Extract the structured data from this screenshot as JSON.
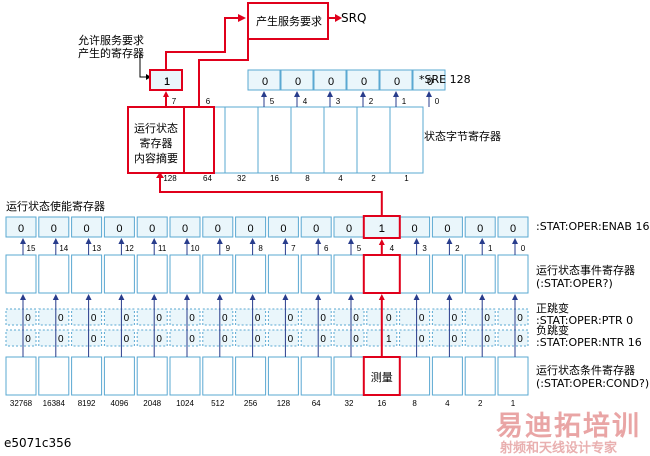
{
  "srq_box_label": "产生服务要求",
  "srq_output": "SRQ",
  "sre_note": "允许服务要求\n产生的寄存器",
  "sre": {
    "label": "*SRE 128",
    "values": [
      "1",
      "",
      "0",
      "0",
      "0",
      "0",
      "0",
      "0"
    ],
    "bits": [
      "7",
      "6",
      "5",
      "4",
      "3",
      "2",
      "1",
      "0"
    ]
  },
  "status_byte": {
    "label": "状态字节寄存器",
    "summary_label": "运行状态\n寄存器\n内容摘要",
    "weights": [
      "128",
      "64",
      "32",
      "16",
      "8",
      "4",
      "2",
      "1"
    ]
  },
  "oper_enable": {
    "title": "运行状态使能寄存器",
    "label": ":STAT:OPER:ENAB 16",
    "values": [
      "0",
      "0",
      "0",
      "0",
      "0",
      "0",
      "0",
      "0",
      "0",
      "0",
      "0",
      "1",
      "0",
      "0",
      "0",
      "0"
    ],
    "bits": [
      "15",
      "14",
      "13",
      "12",
      "11",
      "10",
      "9",
      "8",
      "7",
      "6",
      "5",
      "4",
      "3",
      "2",
      "1",
      "0"
    ]
  },
  "oper_event": {
    "label": "运行状态事件寄存器\n(:STAT:OPER?)"
  },
  "ptr": {
    "title": "正跳变",
    "label": ":STAT:OPER:PTR 0",
    "values": [
      "0",
      "0",
      "0",
      "0",
      "0",
      "0",
      "0",
      "0",
      "0",
      "0",
      "0",
      "0",
      "0",
      "0",
      "0",
      "0"
    ]
  },
  "ntr": {
    "title": "负跳变",
    "label": ":STAT:OPER:NTR 16",
    "values": [
      "0",
      "0",
      "0",
      "0",
      "0",
      "0",
      "0",
      "0",
      "0",
      "0",
      "0",
      "1",
      "0",
      "0",
      "0",
      "0"
    ]
  },
  "oper_condition": {
    "label": "运行状态条件寄存器\n(:STAT:OPER:COND?)",
    "measure_label": "测量",
    "weights": [
      "32768",
      "16384",
      "8192",
      "4096",
      "2048",
      "1024",
      "512",
      "256",
      "128",
      "64",
      "32",
      "16",
      "8",
      "4",
      "2",
      "1"
    ]
  },
  "caption": "e5071c356",
  "watermark_main": "易迪拓培训",
  "watermark_sub": "射频和天线设计专家",
  "colors": {
    "highlight": "#e0001b",
    "cell_fill": "#eaf6fb",
    "cell_border": "#5aa8d2",
    "arrow": "#283c8c"
  }
}
